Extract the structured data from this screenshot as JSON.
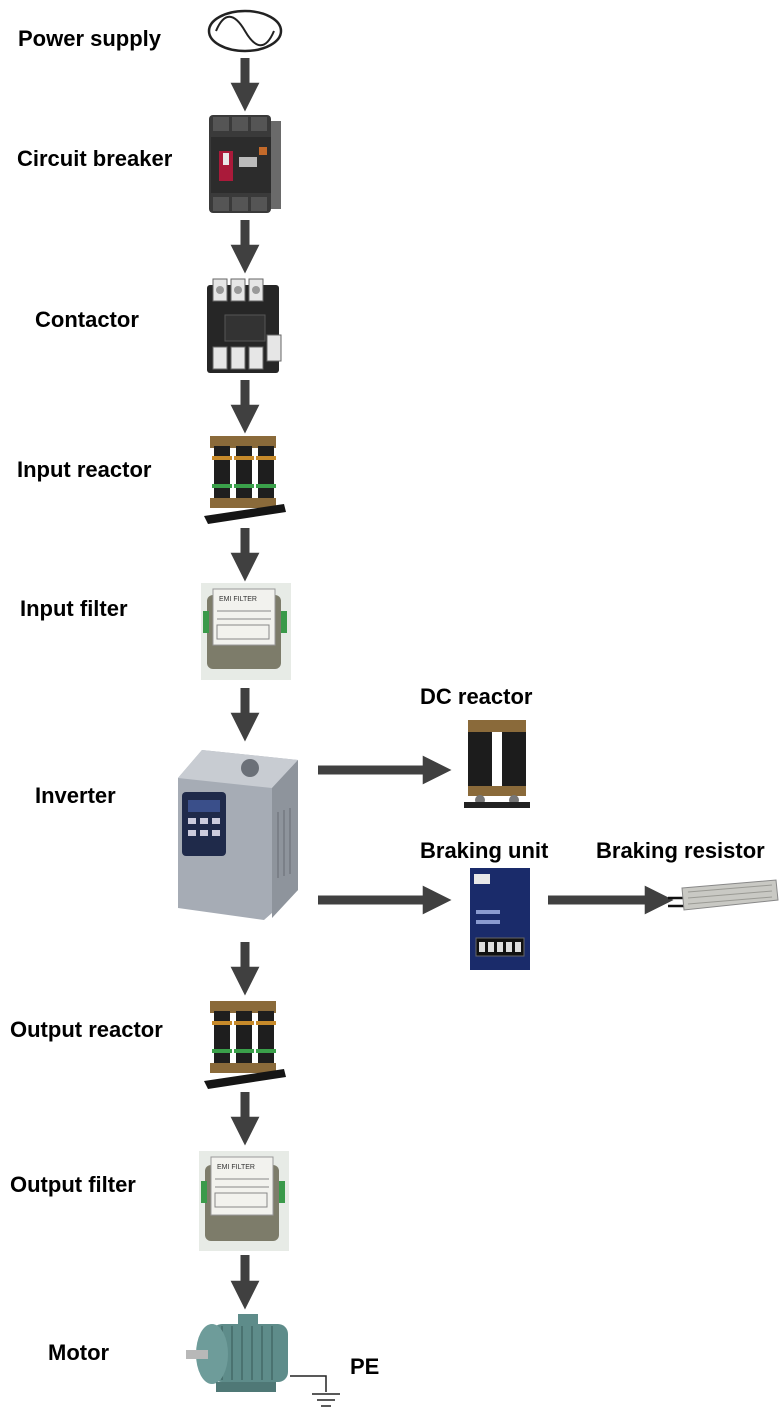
{
  "labels": {
    "power_supply": "Power supply",
    "circuit_breaker": "Circuit breaker",
    "contactor": "Contactor",
    "input_reactor": "Input reactor",
    "input_filter": "Input filter",
    "inverter": "Inverter",
    "dc_reactor": "DC reactor",
    "braking_unit": "Braking unit",
    "braking_resistor": "Braking resistor",
    "output_reactor": "Output reactor",
    "output_filter": "Output filter",
    "motor": "Motor",
    "pe": "PE"
  },
  "colors": {
    "arrow": "#404040",
    "label": "#000000"
  }
}
